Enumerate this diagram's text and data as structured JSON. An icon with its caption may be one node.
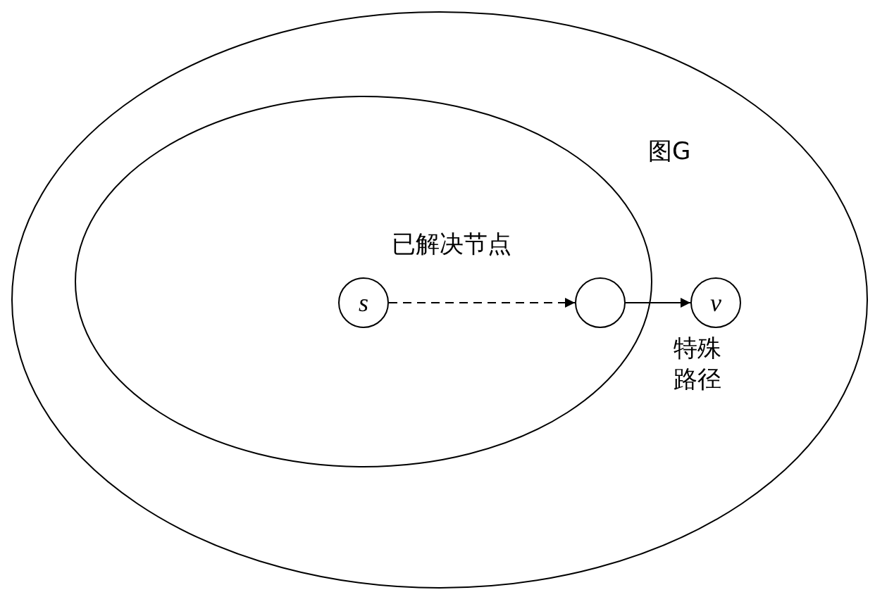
{
  "diagram": {
    "nodes": [
      {
        "text": [
          "图G"
        ]
      },
      {
        "text": [
          "已解决节点"
        ],
        "in": 0
      },
      {
        "text": [
          "s"
        ],
        "in": 1
      },
      {
        "text": [],
        "shape": "circle",
        "in": 1
      },
      {
        "text": [
          "v"
        ],
        "in": 0
      }
    ],
    "edges": [
      {
        "from": 2,
        "to": 3,
        "arrow": "to",
        "style": "dashed"
      },
      {
        "from": 3,
        "to": 4,
        "arrow": "to",
        "label": "特殊路径"
      }
    ]
  }
}
